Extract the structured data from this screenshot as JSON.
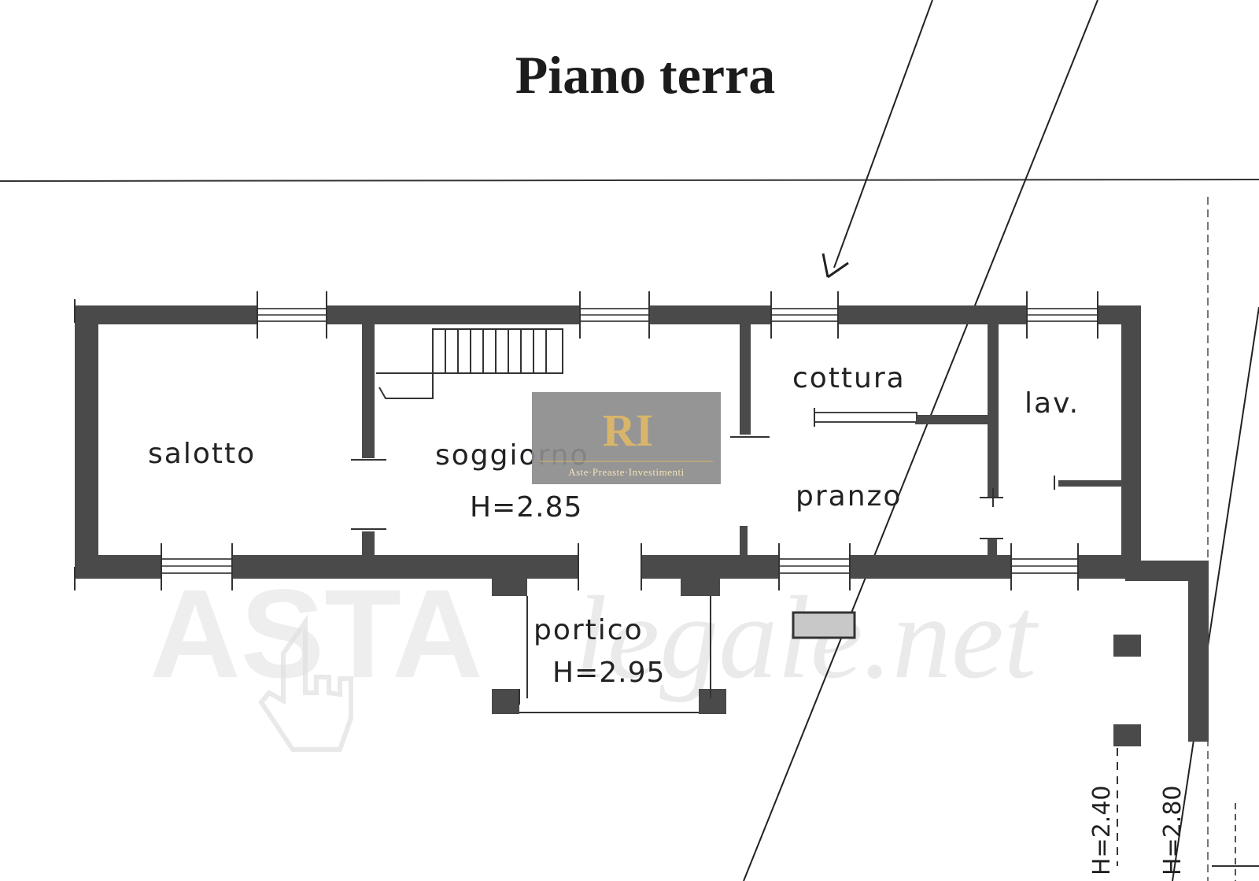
{
  "title": "Piano terra",
  "rooms": {
    "salotto": "salotto",
    "soggiorno": "soggiorno",
    "soggiorno_height": "H=2.85",
    "cottura": "cottura",
    "lav": "lav.",
    "pranzo": "pranzo",
    "portico": "portico",
    "portico_height": "H=2.95"
  },
  "side_heights": {
    "h1": "H=2.40",
    "h2": "H=2.80"
  },
  "watermark": {
    "logo_letters": "RI",
    "tagline": "Aste·Preaste·Investimenti",
    "site_prefix": "ASTA",
    "site_suffix": "legale.net"
  },
  "colors": {
    "wall": "#4a4a4a",
    "line": "#222222",
    "badge_bg": "#8c8c8c",
    "logo_gold": "#d8b56a"
  }
}
